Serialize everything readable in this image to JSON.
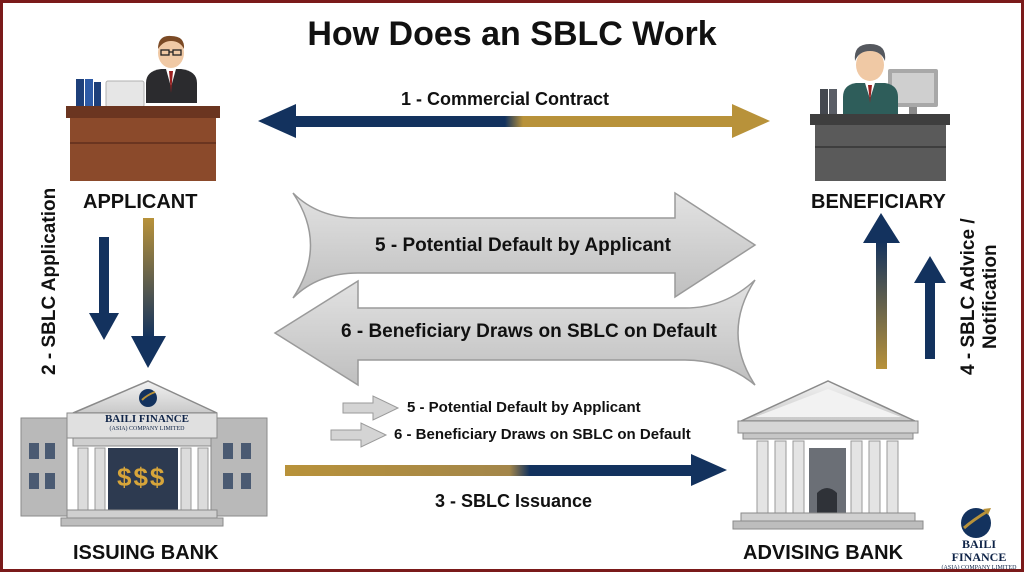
{
  "title": "How Does an SBLC Work",
  "parties": {
    "applicant": "APPLICANT",
    "beneficiary": "BENEFICIARY",
    "issuing_bank": "ISSUING BANK",
    "advising_bank": "ADVISING BANK"
  },
  "flows": {
    "commercial_contract": "1 - Commercial Contract",
    "sblc_application": "2 - SBLC Application",
    "sblc_issuance": "3 - SBLC Issuance",
    "advice_line1": "4 - SBLC Advice /",
    "advice_line2": "Notification",
    "potential_default": "5 - Potential Default by Applicant",
    "draws_on_default": "6 - Beneficiary Draws on SBLC on Default"
  },
  "legend": {
    "item5": "5 - Potential Default by Applicant",
    "item6": "6 - Beneficiary Draws on SBLC on Default"
  },
  "bank_sign": {
    "name": "BAILI FINANCE",
    "sub": "(ASIA) COMPANY LIMITED",
    "currency": "$$$"
  },
  "logo": {
    "name": "BAILI FINANCE",
    "sub": "(ASIA) COMPANY LIMITED"
  },
  "colors": {
    "navy": "#13325e",
    "gold": "#b8923a",
    "border": "#7a1a1a",
    "desk_brown": "#8b4a2b",
    "desk_gray": "#5a5a5a",
    "band_gray": "#d2d2d2"
  }
}
